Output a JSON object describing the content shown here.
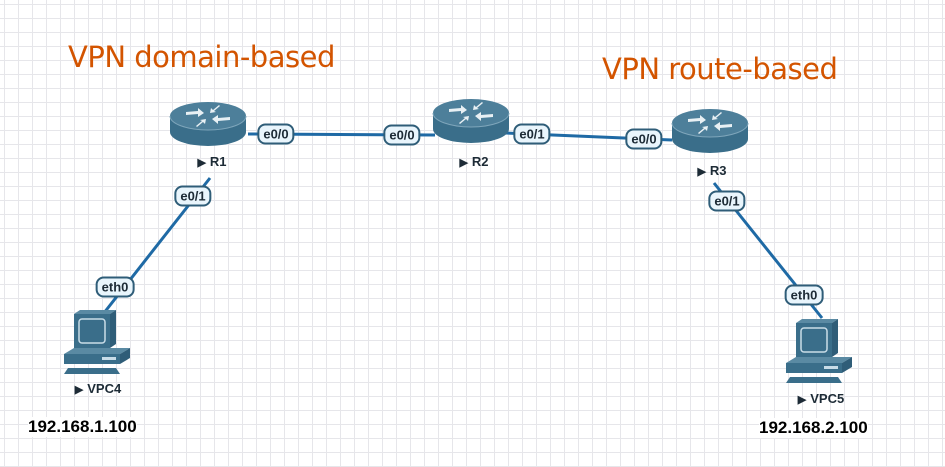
{
  "titles": {
    "left": "VPN domain-based",
    "right": "VPN route-based"
  },
  "colors": {
    "title": "#d35400",
    "link": "#1f6aa5",
    "device": "#3a6e8a"
  },
  "nodes": {
    "r1": {
      "name": "R1",
      "type": "router-icon"
    },
    "r2": {
      "name": "R2",
      "type": "router-icon"
    },
    "r3": {
      "name": "R3",
      "type": "router-icon"
    },
    "vpc4": {
      "name": "VPC4",
      "type": "pc-icon",
      "ip": "192.168.1.100"
    },
    "vpc5": {
      "name": "VPC5",
      "type": "pc-icon",
      "ip": "192.168.2.100"
    }
  },
  "links": [
    {
      "from": "R1",
      "from_if": "e0/0",
      "to": "R2",
      "to_if": "e0/0"
    },
    {
      "from": "R2",
      "from_if": "e0/1",
      "to": "R3",
      "to_if": "e0/0"
    },
    {
      "from": "R1",
      "from_if": "e0/1",
      "to": "VPC4",
      "to_if": "eth0"
    },
    {
      "from": "R3",
      "from_if": "e0/1",
      "to": "VPC5",
      "to_if": "eth0"
    }
  ]
}
